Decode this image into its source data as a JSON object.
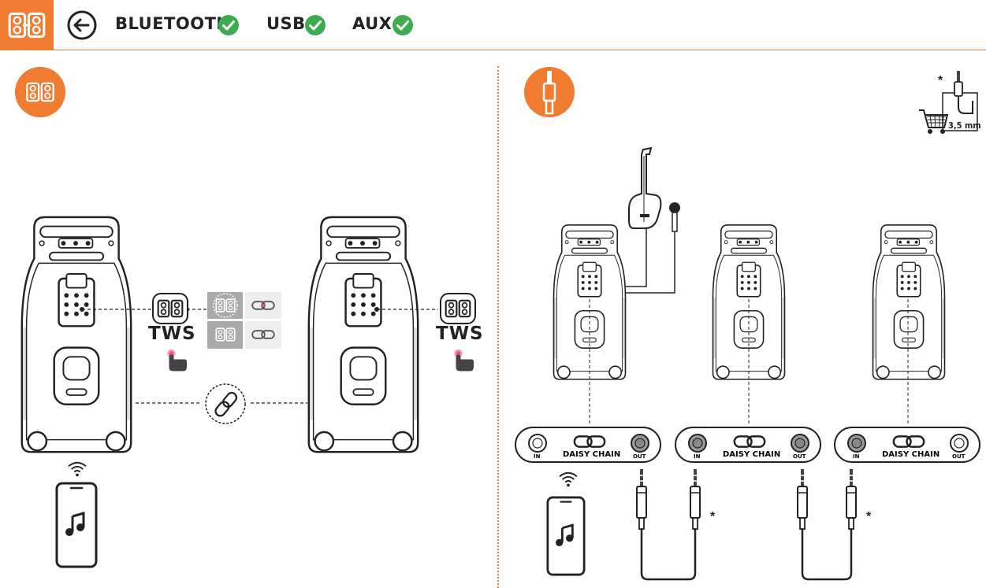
{
  "header": {
    "sources": [
      {
        "label": "BLUETOOTH",
        "status": "checked"
      },
      {
        "label": "USB",
        "status": "checked"
      },
      {
        "label": "AUX",
        "status": "checked"
      }
    ]
  },
  "left_panel": {
    "tws_label_1": "TWS",
    "tws_label_2": "TWS"
  },
  "right_panel": {
    "jack_size": "3,5 mm",
    "asterisk": "*",
    "daisy_chain_label": "DAISY CHAIN",
    "port_in_label": "IN",
    "port_out_label": "OUT",
    "cable_asterisk": "*"
  },
  "colors": {
    "accent": "#f07c31",
    "check_green": "#3dab4f",
    "outline": "#222222",
    "tap_pink": "#e85a7a"
  }
}
